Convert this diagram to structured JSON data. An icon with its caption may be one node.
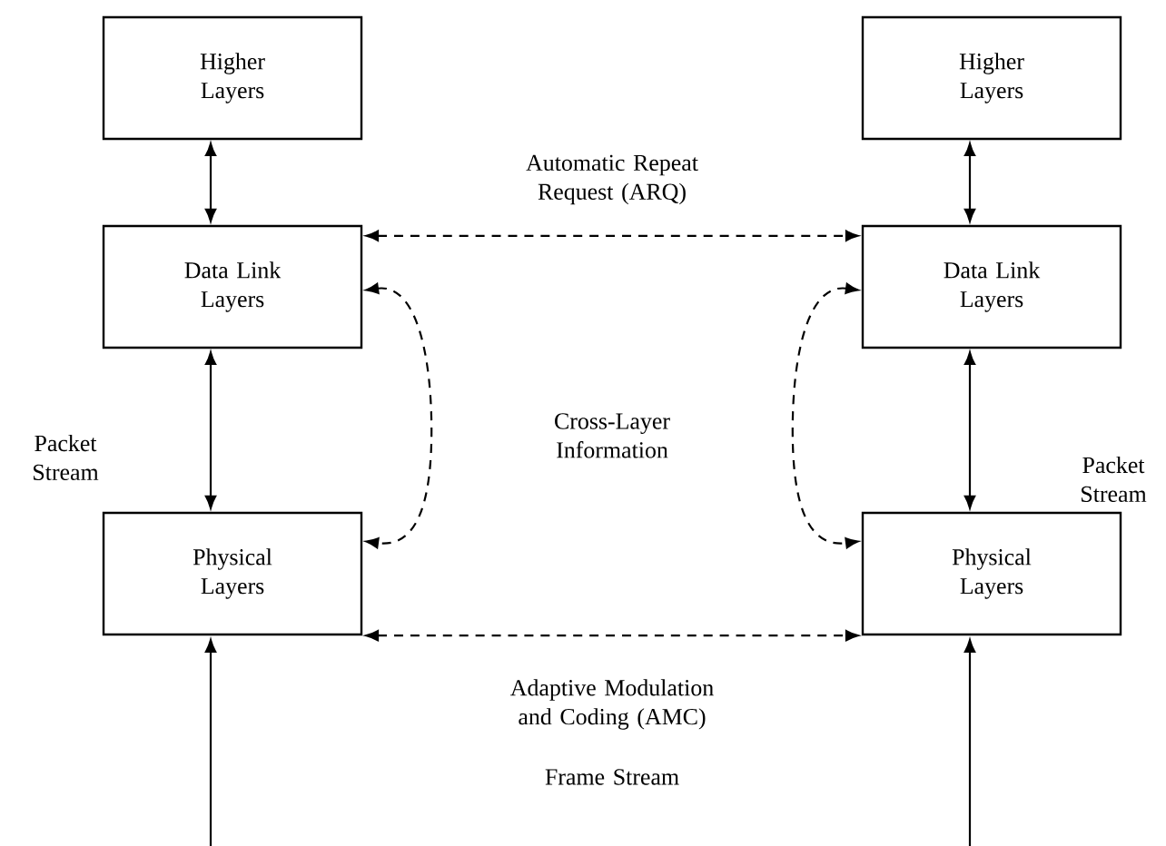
{
  "diagram": {
    "nodes": [
      {
        "text": [
          "Higher Layers"
        ]
      },
      {
        "text": [
          "Data Link Layers"
        ]
      },
      {
        "text": [
          "Physical Layers"
        ]
      },
      {
        "text": [
          "Higher Layers"
        ]
      },
      {
        "text": [
          "Data Link Layers"
        ]
      },
      {
        "text": [
          "Physical Layers"
        ]
      }
    ],
    "edges": [
      {
        "from": 0,
        "to": 1,
        "arrow": "both"
      },
      {
        "from": 1,
        "to": 2,
        "arrow": "both"
      },
      {
        "from": 3,
        "to": 4,
        "arrow": "both"
      },
      {
        "from": 4,
        "to": 5,
        "arrow": "both"
      },
      {
        "from": 1,
        "to": 4,
        "arrow": "both",
        "style": "dashed",
        "label": "Automatic Repeat Request (ARQ)"
      },
      {
        "from": 1,
        "to": 2,
        "arrow": "both",
        "style": "dashed"
      },
      {
        "from": 4,
        "to": 5,
        "arrow": "both",
        "style": "dashed"
      },
      {
        "from": 2,
        "to": 5,
        "arrow": "both",
        "style": "dashed",
        "label": "Adaptive Modulation and Coding (AMC)"
      },
      {
        "from": null,
        "to": 2,
        "arrow": "to"
      },
      {
        "from": null,
        "to": 5,
        "arrow": "to"
      }
    ],
    "labels": [
      "Packet Stream",
      "Cross-Layer Information",
      "Packet Stream",
      "Frame Stream"
    ]
  }
}
